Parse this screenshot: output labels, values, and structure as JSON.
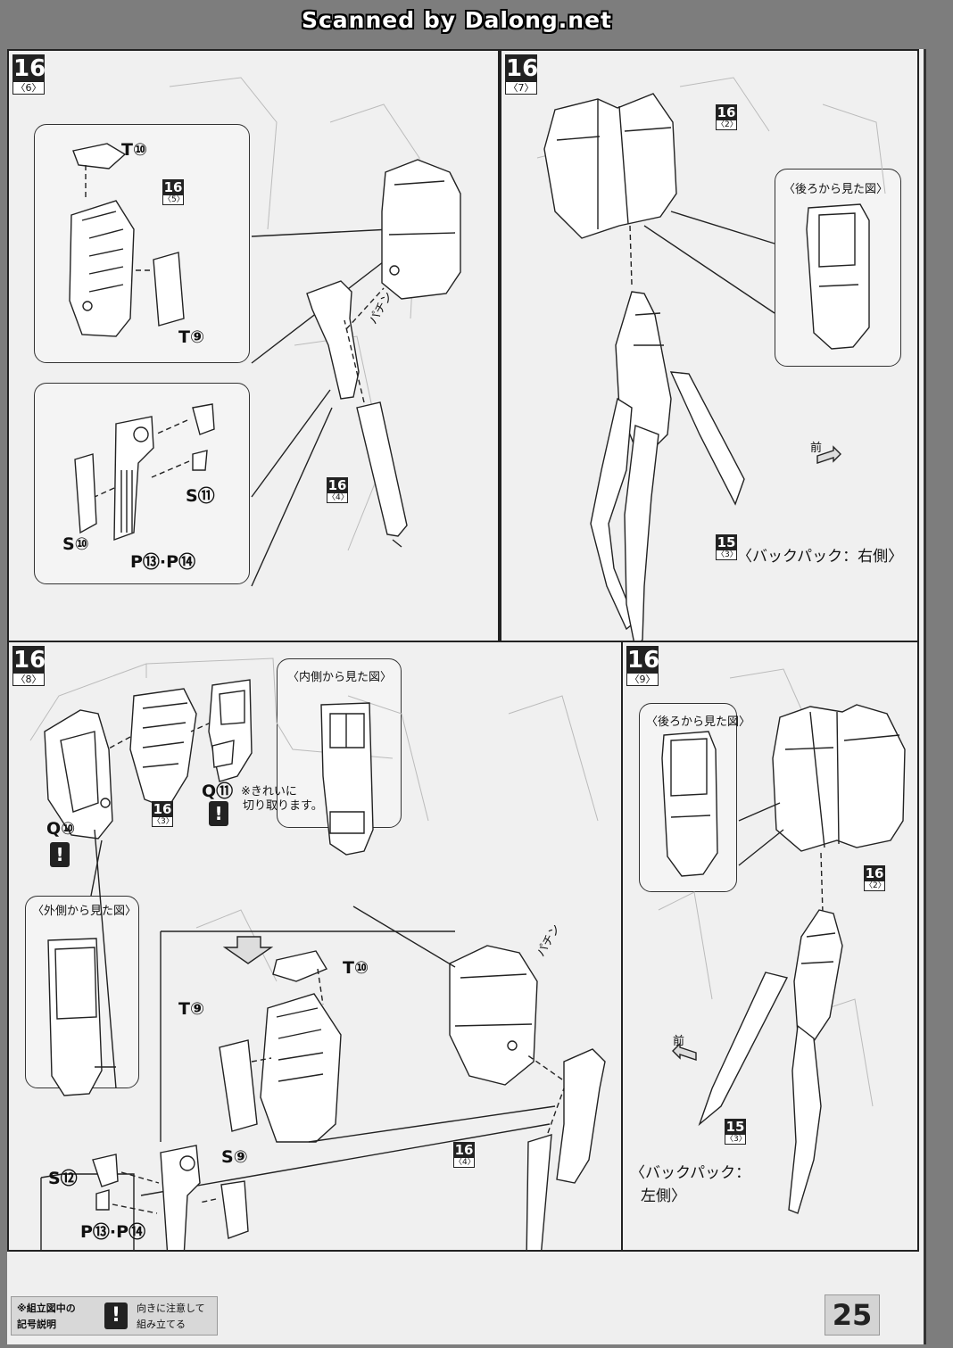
{
  "scanner_credit": "Scanned by Dalong.net",
  "panels": {
    "p6": {
      "step": "16",
      "sub": "〈6〉",
      "inset_a": {
        "step": "16",
        "sub": "〈5〉",
        "parts": [
          "T⑩",
          "T⑨"
        ]
      },
      "inset_b": {
        "parts": [
          "S⑪",
          "S⑩",
          "P⑬·P⑭"
        ]
      },
      "sound": "パチン",
      "rod": {
        "step": "16",
        "sub": "〈4〉"
      }
    },
    "p7": {
      "step": "16",
      "sub": "〈7〉",
      "top": {
        "step": "16",
        "sub": "〈2〉"
      },
      "view": "〈後ろから見た図〉",
      "bottom": {
        "step": "15",
        "sub": "〈3〉"
      },
      "caption": "〈バックパック：右側〉",
      "front": "前"
    },
    "p8": {
      "step": "16",
      "sub": "〈8〉",
      "inner_view": "〈内側から見た図〉",
      "outer_view": "〈外側から見た図〉",
      "mid": {
        "step": "16",
        "sub": "〈3〉"
      },
      "q11": "Q⑪",
      "note1": "※きれいに",
      "note2": "切り取ります。",
      "q10": "Q⑩",
      "t10": "T⑩",
      "t9": "T⑨",
      "s12": "S⑫",
      "s9": "S⑨",
      "p1314": "P⑬·P⑭",
      "sound": "パチン",
      "rod": {
        "step": "16",
        "sub": "〈4〉"
      }
    },
    "p9": {
      "step": "16",
      "sub": "〈9〉",
      "view": "〈後ろから見た図〉",
      "top": {
        "step": "16",
        "sub": "〈2〉"
      },
      "bottom": {
        "step": "15",
        "sub": "〈3〉"
      },
      "caption1": "〈バックパック：",
      "caption2": "左側〉",
      "front": "前"
    }
  },
  "legend": {
    "title1": "※組立図中の",
    "title2": "記号説明",
    "mark": "!",
    "desc1": "向きに注意して",
    "desc2": "組み立てる"
  },
  "page_number": "25"
}
